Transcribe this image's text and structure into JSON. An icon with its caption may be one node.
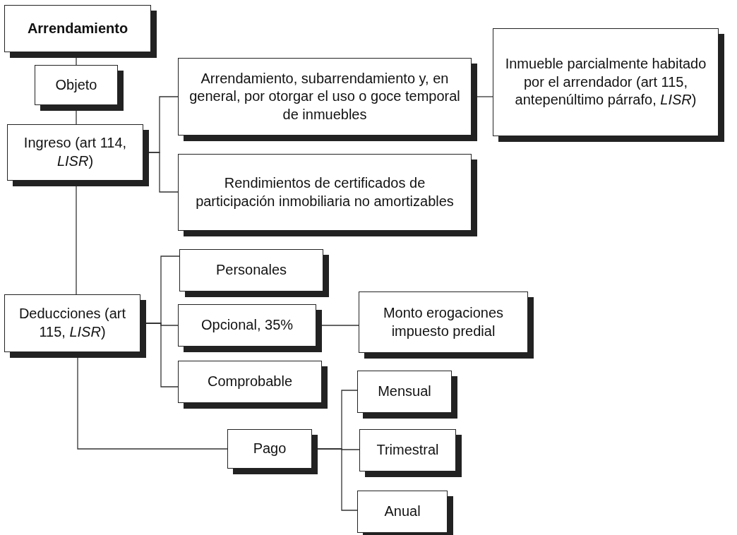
{
  "diagram": {
    "nodes": [
      {
        "text": [
          "Arrendamiento"
        ]
      },
      {
        "text": [
          "Objeto"
        ]
      },
      {
        "text": [
          "Ingreso (art 114, *LISR*)"
        ]
      },
      {
        "text": [
          "Arrendamiento, subarrendamiento y, en general, por otorgar el uso o goce temporal de inmuebles"
        ]
      },
      {
        "text": [
          "Inmueble parcialmente habitado por el arrendador (art 115, antepenúltimo párrafo, *LISR*)"
        ]
      },
      {
        "text": [
          "Rendimientos de certificados de participación inmobiliaria no amortizables"
        ]
      },
      {
        "text": [
          "Deducciones (art 115, *LISR*)"
        ]
      },
      {
        "text": [
          "Personales"
        ]
      },
      {
        "text": [
          "Opcional, 35%"
        ]
      },
      {
        "text": [
          "Monto erogaciones impuesto predial"
        ]
      },
      {
        "text": [
          "Comprobable"
        ]
      },
      {
        "text": [
          "Pago"
        ]
      },
      {
        "text": [
          "Mensual"
        ]
      },
      {
        "text": [
          "Trimestral"
        ]
      },
      {
        "text": [
          "Anual"
        ]
      }
    ],
    "edges": [
      {
        "from": 0,
        "to": 1,
        "arrow": "none"
      },
      {
        "from": 1,
        "to": 2,
        "arrow": "none"
      },
      {
        "from": 2,
        "to": 3,
        "arrow": "none"
      },
      {
        "from": 2,
        "to": 5,
        "arrow": "none"
      },
      {
        "from": 3,
        "to": 4,
        "arrow": "none"
      },
      {
        "from": 2,
        "to": 6,
        "arrow": "none"
      },
      {
        "from": 6,
        "to": 7,
        "arrow": "none"
      },
      {
        "from": 6,
        "to": 8,
        "arrow": "none"
      },
      {
        "from": 6,
        "to": 10,
        "arrow": "none"
      },
      {
        "from": 8,
        "to": 9,
        "arrow": "none"
      },
      {
        "from": 6,
        "to": 11,
        "arrow": "none"
      },
      {
        "from": 11,
        "to": 12,
        "arrow": "none"
      },
      {
        "from": 11,
        "to": 13,
        "arrow": "none"
      },
      {
        "from": 11,
        "to": 14,
        "arrow": "none"
      }
    ]
  }
}
